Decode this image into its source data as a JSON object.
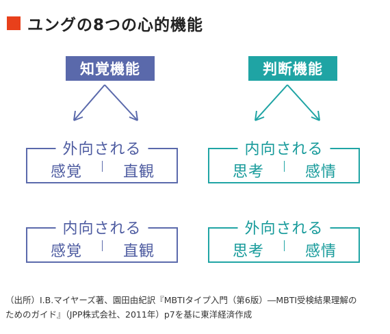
{
  "title": "ユングの8つの心的機能",
  "categories": {
    "left": "知覚機能",
    "right": "判断機能"
  },
  "colors": {
    "accent_square": "#e8401b",
    "perception": "#5a69ab",
    "judgment": "#1fa4a4"
  },
  "boxes": [
    {
      "heading": "外向される",
      "left": "感覚",
      "right": "直観"
    },
    {
      "heading": "内向される",
      "left": "思考",
      "right": "感情"
    },
    {
      "heading": "内向される",
      "left": "感覚",
      "right": "直観"
    },
    {
      "heading": "外向される",
      "left": "思考",
      "right": "感情"
    }
  ],
  "source_lines": [
    "（出所）I.B.マイヤーズ著、園田由紀訳『MBTIタイプ入門（第6版）―MBTI受検結果理解の",
    "ためのガイド』（JPP株式会社、2011年）p7を基に東洋経済作成"
  ]
}
